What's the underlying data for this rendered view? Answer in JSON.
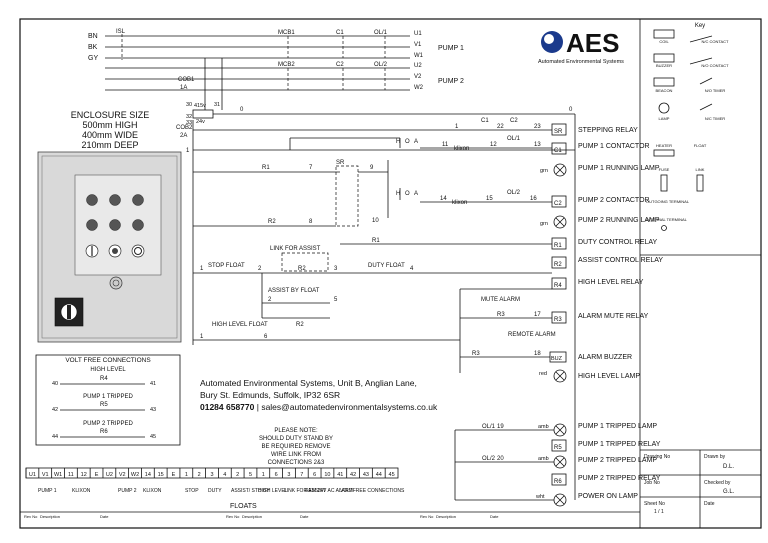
{
  "supply": {
    "bn": "BN",
    "bk": "BK",
    "gy": "GY",
    "isl": "ISL",
    "mcb1": "MCB1",
    "mcb2": "MCB2",
    "c1": "C1",
    "c2": "C2",
    "ol1": "OL/1",
    "ol2": "OL/2",
    "u1": "U1",
    "v1": "V1",
    "w1": "W1",
    "u2": "U2",
    "v2": "V2",
    "w2": "W2",
    "pump1": "PUMP 1",
    "pump2": "PUMP 2",
    "cob1": "COB1",
    "cob1_rating": "1A",
    "cob2": "COB2",
    "cob2_rating": "2A",
    "t415": "415v",
    "t24": "24v",
    "w30": "30",
    "w31": "31",
    "w32": "32",
    "w33": "33",
    "zero": "0",
    "one": "1"
  },
  "logo": {
    "name": "AES",
    "tagline": "Automated Environmental Systems",
    "brand_color": "#1b3a8c"
  },
  "enclosure": {
    "line1": "ENCLOSURE SIZE",
    "line2": "500mm HIGH",
    "line3": "400mm WIDE",
    "line4": "210mm DEEP"
  },
  "circuit": {
    "stepping_relay": "STEPPING RELAY",
    "pump1_contactor": "PUMP 1 CONTACTOR",
    "pump1_lamp": "PUMP 1 RUNNING LAMP",
    "pump2_contactor": "PUMP 2 CONTACTOR",
    "pump2_lamp": "PUMP 2 RUNNING LAMP",
    "duty_relay": "DUTY CONTROL RELAY",
    "assist_relay": "ASSIST CONTROL RELAY",
    "high_relay": "HIGH LEVEL RELAY",
    "mute_relay": "ALARM MUTE RELAY",
    "buzzer": "ALARM BUZZER",
    "high_lamp": "HIGH LEVEL LAMP",
    "p1_trip_lamp": "PUMP 1 TRIPPED LAMP",
    "p1_trip_relay": "PUMP 1 TRIPPED RELAY",
    "p2_trip_lamp": "PUMP 2 TRIPPED LAMP",
    "p2_trip_relay": "PUMP 2 TRIPPED RELAY",
    "power_lamp": "POWER ON LAMP",
    "sr": "SR",
    "c1": "C1",
    "c2": "C2",
    "r1": "R1",
    "r2": "R2",
    "r3": "R3",
    "r4": "R4",
    "r5": "R5",
    "r6": "R6",
    "buz": "BUZ",
    "gm": "grn",
    "red": "red",
    "amb": "amb",
    "wht": "wht",
    "klixon": "klixon",
    "h": "H",
    "o": "O",
    "a": "A",
    "stop_float": "STOP FLOAT",
    "duty_float": "DUTY FLOAT",
    "assist_float": "ASSIST BY FLOAT",
    "high_float": "HIGH LEVEL FLOAT",
    "link_assist": "LINK FOR ASSIST",
    "mute_alarm": "MUTE ALARM",
    "remote_alarm": "REMOTE ALARM",
    "w1": "1",
    "w2": "2",
    "w3": "3",
    "w4": "4",
    "w5": "5",
    "w6": "6",
    "w7": "7",
    "w8": "8",
    "w9": "9",
    "w10": "10",
    "w11": "11",
    "w12": "12",
    "w13": "13",
    "w14": "14",
    "w15": "15",
    "w16": "16",
    "w17": "17",
    "w18": "18",
    "w19": "19",
    "w20": "20",
    "w22": "22",
    "w23": "23"
  },
  "volt_free": {
    "title": "VOLT FREE CONNECTIONS",
    "high_level": "HIGH LEVEL",
    "pump1_tripped": "PUMP 1 TRIPPED",
    "pump2_tripped": "PUMP 2 TRIPPED",
    "t40": "40",
    "t41": "41",
    "t42": "42",
    "t43": "43",
    "t44": "44",
    "t45": "45",
    "r4": "R4",
    "r5": "R5",
    "r6": "R6"
  },
  "address": {
    "line1": "Automated Environmental Systems, Unit B, Anglian Lane,",
    "line2": "Bury St. Edmunds, Suffolk, IP32 6SR",
    "phone": "01284 658770",
    "sep": " | ",
    "email": "sales@automatedenvironmentalsystems.co.uk"
  },
  "note": {
    "line1": "PLEASE NOTE:",
    "line2": "SHOULD DUTY STAND BY",
    "line3": "BE REQUIRED REMOVE",
    "line4": "WIRE LINK FROM",
    "line5": "CONNECTIONS 2&3"
  },
  "terminals": {
    "cells": [
      "U1",
      "V1",
      "W1",
      "11",
      "12",
      "E",
      "U2",
      "V2",
      "W2",
      "14",
      "15",
      "E",
      "1",
      "2",
      "3",
      "4",
      "2",
      "5",
      "1",
      "6",
      "3",
      "7",
      "6",
      "10",
      "41",
      "42",
      "43",
      "44",
      "45"
    ],
    "groups": [
      "PUMP 1",
      "KLIXON",
      "PUMP 2",
      "KLIXON",
      "STOP",
      "DUTY",
      "ASSIST/ STD BY",
      "HIGH LEVEL",
      "LINK FOR ASSIST",
      "REM 24V AC ALARM",
      "VOLTFREE CONNECTIONS"
    ],
    "floats": "FLOATS"
  },
  "key": {
    "title": "Key",
    "coil": "COIL",
    "nc": "N/C CONTACT",
    "buzzer": "BUZZER",
    "no": "N/O CONTACT",
    "beacon": "BEACON",
    "no_timer": "N/O TIMER",
    "lamp": "LAMP",
    "nc_timer": "N/C TIMER",
    "heater": "HEATER",
    "float": "FLOAT",
    "fuse": "FUSE",
    "link": "LINK",
    "outgoing": "OUTGOING TERMINAL",
    "internal": "INTERNAL TERMINAL"
  },
  "title_block": {
    "drawing_no": "Drawing No",
    "drawn_by": "Drawn by",
    "drawn_by_val": "D.L.",
    "job_no": "Job No",
    "checked_by": "Checked by",
    "checked_by_val": "G.L.",
    "sheet_no": "Sheet No",
    "sheet_val": "1 / 1",
    "date": "Date"
  },
  "revisions": {
    "rev_no": "Rev No",
    "description": "Description",
    "date": "Date"
  }
}
